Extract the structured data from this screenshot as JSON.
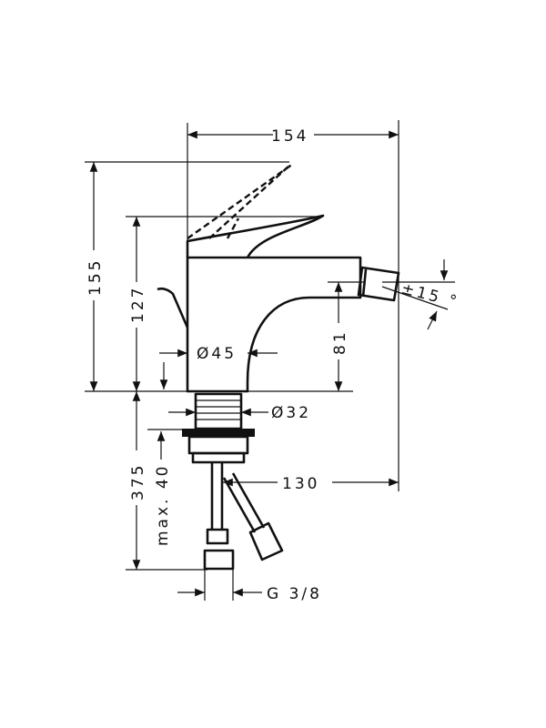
{
  "drawing": {
    "dimensions": {
      "overall_width": "154",
      "lever_up_height": "155",
      "lever_height": "127",
      "spout_height": "81",
      "spout_angle": "±15 °",
      "body_diameter": "Ø45",
      "shank_diameter": "Ø32",
      "max_thickness": "max. 40",
      "hose_length": "375",
      "spout_reach": "130",
      "connection": "G 3/8"
    }
  }
}
